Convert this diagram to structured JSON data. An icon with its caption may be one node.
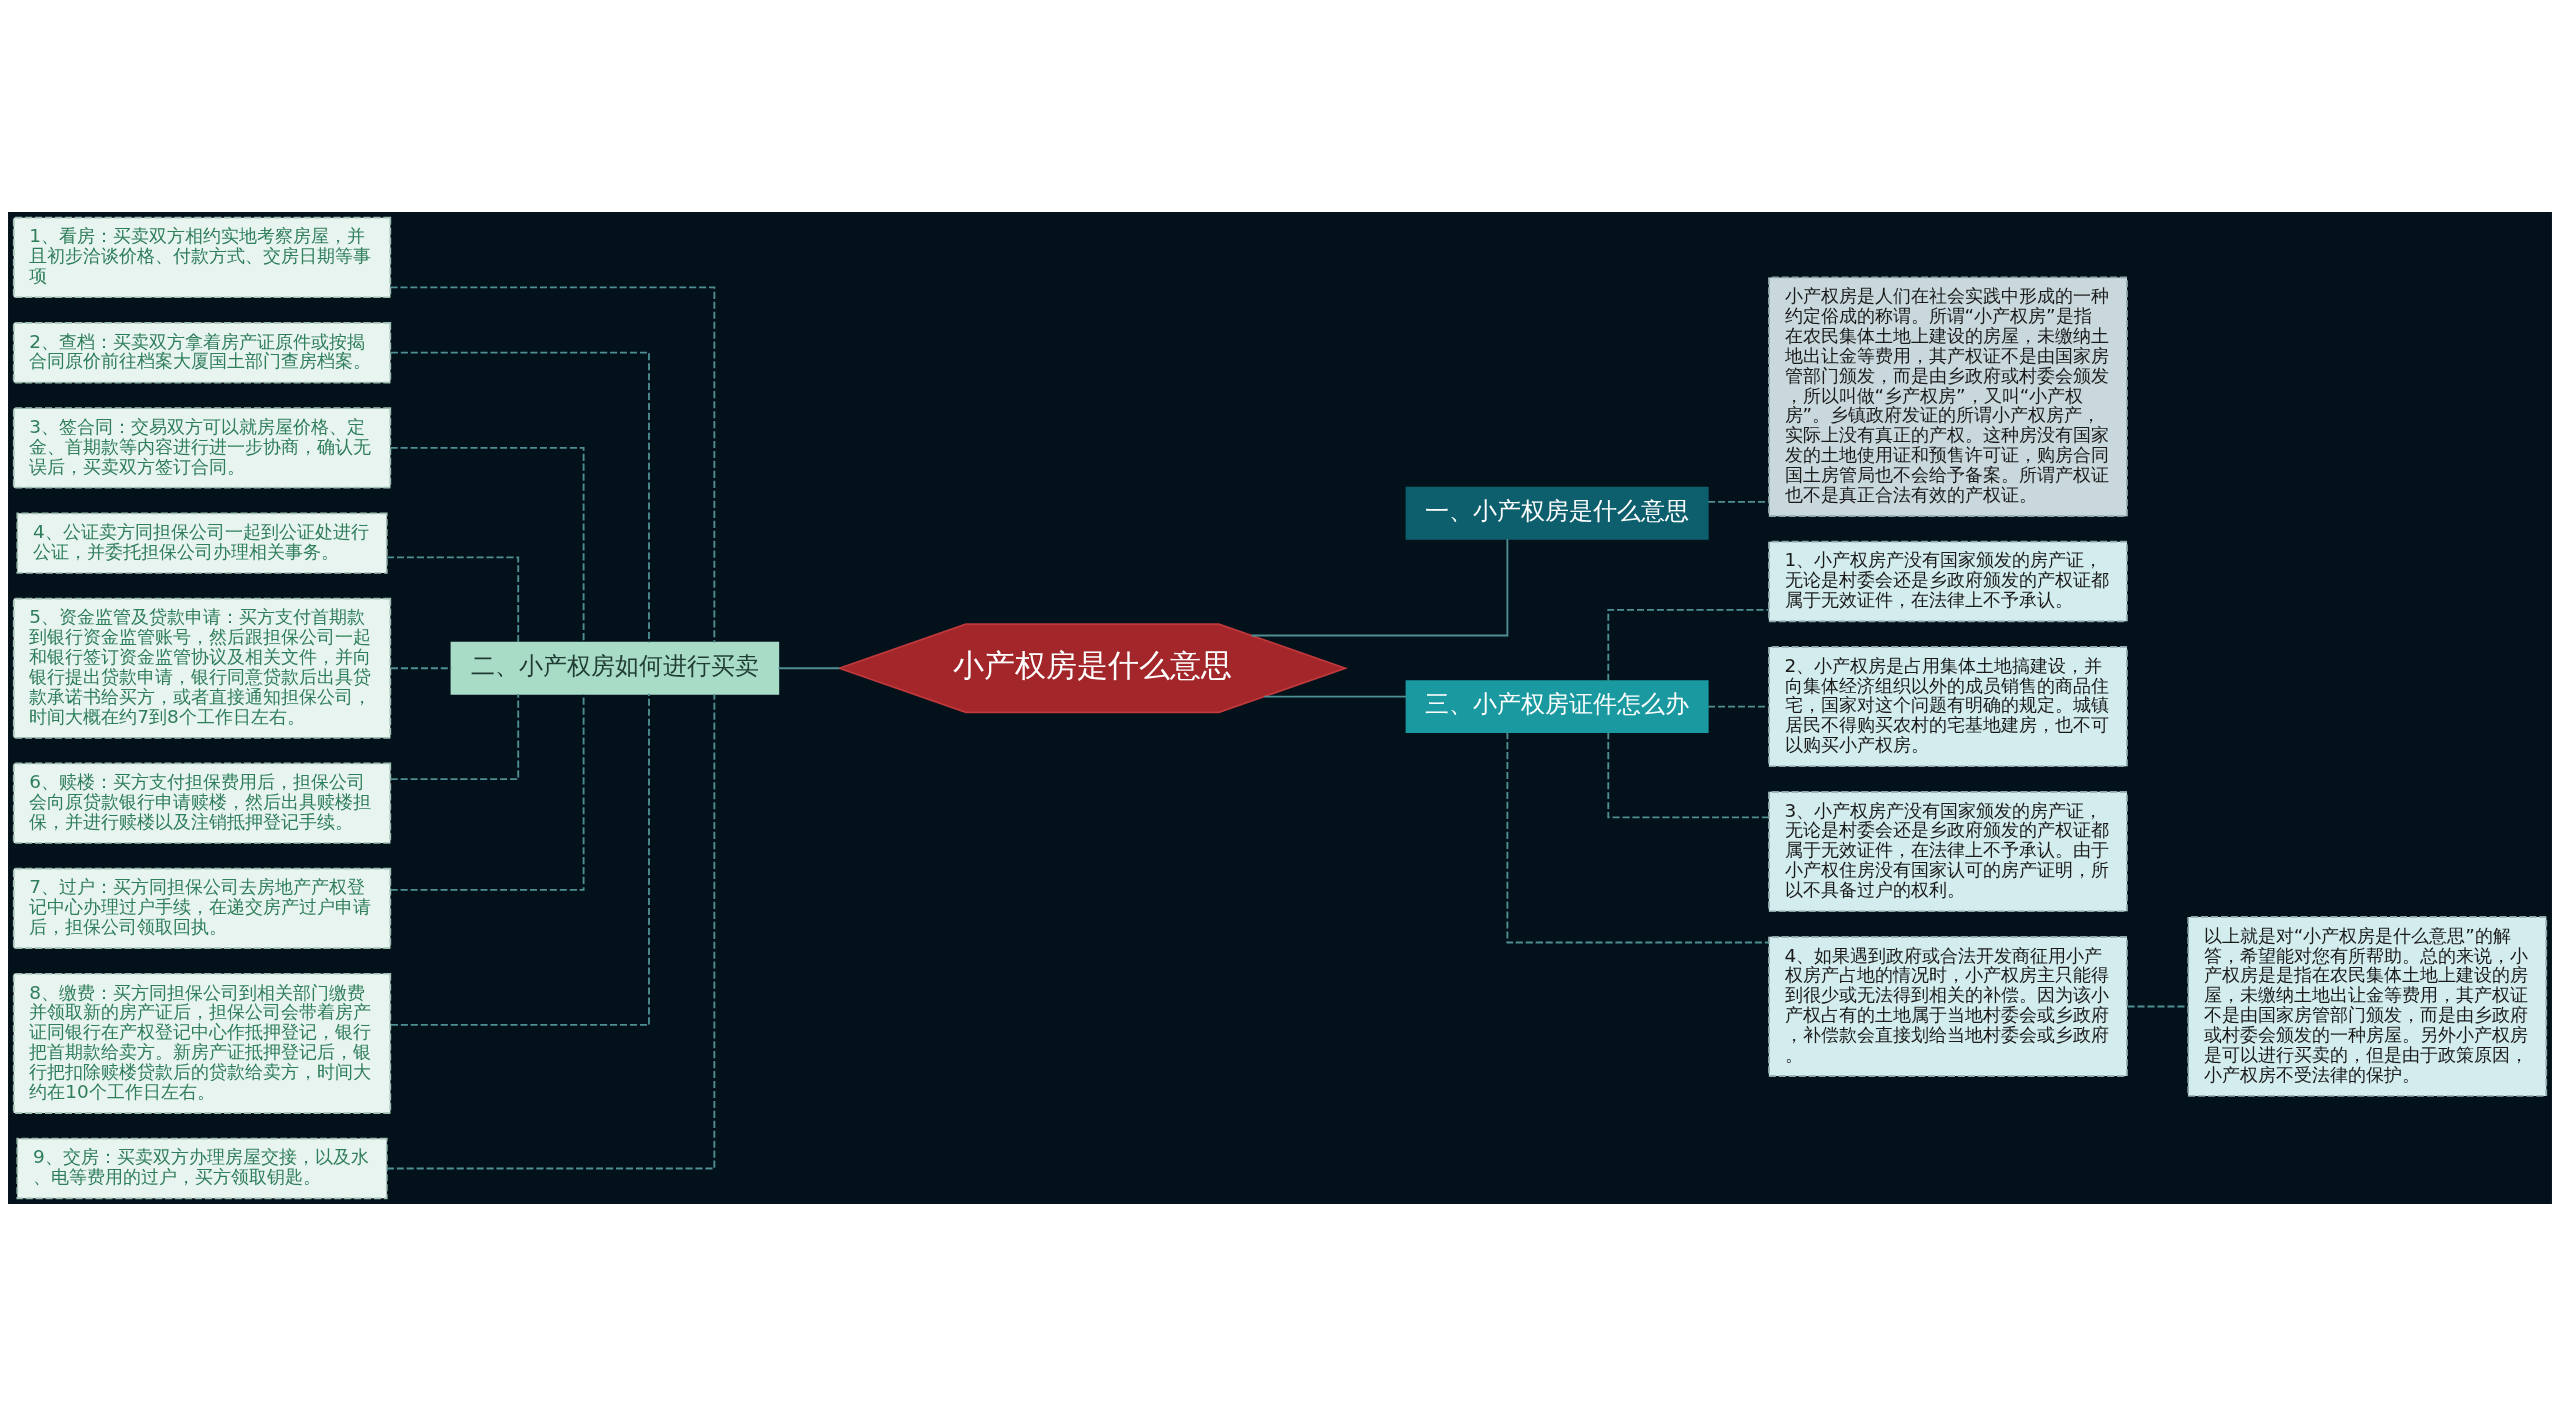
{
  "diagram": {
    "nodes": [
      {
        "text": [
          "小产权房是什么意思"
        ]
      },
      {
        "text": [
          "一、小产权房是什么意思"
        ]
      },
      {
        "text": [
          "小产权房是人们在社会实践中形成的一种约定俗成的称谓。所谓“小产权房”是指在农民集体土地上建设的房屋，未缴纳土地出让金等费用，其产权证不是由国家房管部门颁发，而是由乡政府或村委会颁发，所以叫做“乡产权房”，又叫“小产权房”。乡镇政府发证的所谓小产权房产，实际上没有真正的产权。这种房没有国家发的土地使用证和预售许可证，购房合同国土房管局也不会给予备案。所谓产权证也不是真正合法有效的产权证。"
        ]
      },
      {
        "text": [
          "二、小产权房如何进行买卖"
        ]
      },
      {
        "text": [
          "1、看房：买卖双方相约实地考察房屋，并且初步洽谈价格、付款方式、交房日期等事项"
        ]
      },
      {
        "text": [
          "2、查档：买卖双方拿着房产证原件或按揭合同原价前往档案大厦国土部门查房档案。"
        ]
      },
      {
        "text": [
          "3、签合同：交易双方可以就房屋价格、定金、首期款等内容进行进一步协商，确认无误后，买卖双方签订合同。"
        ]
      },
      {
        "text": [
          "4、公证卖方同担保公司一起到公证处进行公证，并委托担保公司办理相关事务。"
        ]
      },
      {
        "text": [
          "5、资金监管及贷款申请：买方支付首期款到银行资金监管账号，然后跟担保公司一起和银行签订资金监管协议及相关文件，并向银行提出贷款申请，银行同意贷款后出具贷款承诺书给买方，或者直接通知担保公司，时间大概在约7到8个工作日左右。"
        ]
      },
      {
        "text": [
          "6、赎楼：买方支付担保费用后，担保公司会向原贷款银行申请赎楼，然后出具赎楼担保，并进行赎楼以及注销抵押登记手续。"
        ]
      },
      {
        "text": [
          "7、过户：买方同担保公司去房地产产权登记中心办理过户手续，在递交房产过户申请后，担保公司领取回执。"
        ]
      },
      {
        "text": [
          "8、缴费：买方同担保公司到相关部门缴费并领取新的房产证后，担保公司会带着房产证同银行在产权登记中心作抵押登记，银行把首期款给卖方。新房产证抵押登记后，银行把扣除赎楼贷款后的贷款给卖方，时间大约在10个工作日左右。"
        ]
      },
      {
        "text": [
          "9、交房：买卖双方办理房屋交接，以及水、电等费用的过户，买方领取钥匙。"
        ]
      },
      {
        "text": [
          "三、小产权房证件怎么办"
        ]
      },
      {
        "text": [
          "1、小产权房产没有国家颁发的房产证，无论是村委会还是乡政府颁发的产权证都属于无效证件，在法律上不予承认。"
        ]
      },
      {
        "text": [
          "2、小产权房是占用集体土地搞建设，并向集体经济组织以外的成员销售的商品住宅，国家对这个问题有明确的规定。城镇居民不得购买农村的宅基地建房，也不可以购买小产权房。"
        ]
      },
      {
        "text": [
          "3、小产权房产没有国家颁发的房产证，无论是村委会还是乡政府颁发的产权证都属于无效证件，在法律上不予承认。由于小产权住房没有国家认可的房产证明，所以不具备过户的权利。"
        ]
      },
      {
        "text": [
          "4、如果遇到政府或合法开发商征用小产权房产占地的情况时，小产权房主只能得到很少或无法得到相关的补偿。因为该小产权占有的土地属于当地村委会或乡政府，补偿款会直接划给当地村委会或乡政府。"
        ]
      },
      {
        "text": [
          "以上就是对“小产权房是什么意思”的解答，希望能对您有所帮助。总的来说，小产权房是是指在农民集体土地上建设的房屋，未缴纳土地出让金等费用，其产权证不是由国家房管部门颁发，而是由乡政府或村委会颁发的一种房屋。另外小产权房是可以进行买卖的，但是由于政策原因，小产权房不受法律的保护。"
        ]
      }
    ],
    "edges": [
      {
        "from": 0,
        "to": 1,
        "arrow": "none"
      },
      {
        "from": 1,
        "to": 2,
        "arrow": "none",
        "style": "dashed"
      },
      {
        "from": 0,
        "to": 3,
        "arrow": "none"
      },
      {
        "from": 3,
        "to": 4,
        "arrow": "none",
        "style": "dashed"
      },
      {
        "from": 3,
        "to": 5,
        "arrow": "none",
        "style": "dashed"
      },
      {
        "from": 3,
        "to": 6,
        "arrow": "none",
        "style": "dashed"
      },
      {
        "from": 3,
        "to": 7,
        "arrow": "none",
        "style": "dashed"
      },
      {
        "from": 3,
        "to": 8,
        "arrow": "none",
        "style": "dashed"
      },
      {
        "from": 3,
        "to": 9,
        "arrow": "none",
        "style": "dashed"
      },
      {
        "from": 3,
        "to": 10,
        "arrow": "none",
        "style": "dashed"
      },
      {
        "from": 3,
        "to": 11,
        "arrow": "none",
        "style": "dashed"
      },
      {
        "from": 3,
        "to": 12,
        "arrow": "none",
        "style": "dashed"
      },
      {
        "from": 0,
        "to": 13,
        "arrow": "none"
      },
      {
        "from": 13,
        "to": 14,
        "arrow": "none",
        "style": "dashed"
      },
      {
        "from": 13,
        "to": 15,
        "arrow": "none",
        "style": "dashed"
      },
      {
        "from": 13,
        "to": 16,
        "arrow": "none",
        "style": "dashed"
      },
      {
        "from": 13,
        "to": 17,
        "arrow": "none",
        "style": "dashed"
      },
      {
        "from": 17,
        "to": 18,
        "arrow": "none",
        "style": "dashed"
      }
    ]
  }
}
